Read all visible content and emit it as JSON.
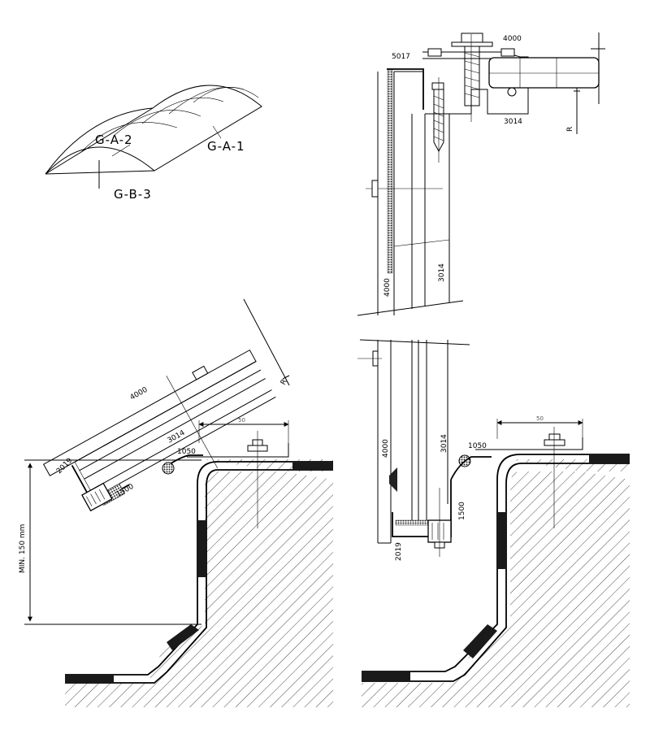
{
  "colors": {
    "ink": "#000000",
    "paper": "#ffffff",
    "gasket": "#222222"
  },
  "dome_labels": {
    "ga2": "G-A-2",
    "ga1": "G-A-1",
    "gb3": "G-B-3"
  },
  "detail_top_right": {
    "label_5017": "5017",
    "label_4000_top": "4000",
    "label_3014_side": "3014",
    "label_R": "R",
    "label_4000_vert": "4000",
    "label_3014_vert": "3014"
  },
  "detail_bottom_left": {
    "label_4000": "4000",
    "label_3014": "3014",
    "label_1050": "1050",
    "label_2019": "2019",
    "label_1500": "1500",
    "dim_50": "50",
    "label_R": "R",
    "min_height": "MIN. 150  mm"
  },
  "detail_bottom_right": {
    "label_4000": "4000",
    "label_3014": "3014",
    "label_1050": "1050",
    "label_1500": "1500",
    "label_2019": "2019",
    "dim_50": "50"
  }
}
